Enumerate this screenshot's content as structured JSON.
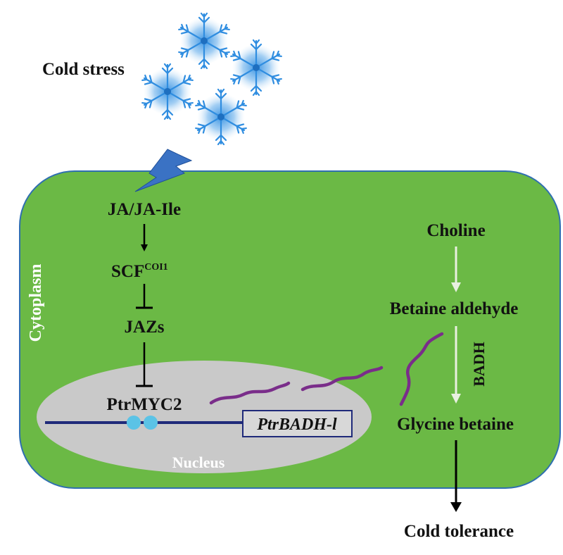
{
  "labels": {
    "cold_stress": "Cold stress",
    "cytoplasm": "Cytoplasm",
    "nucleus": "Nucleus",
    "ja": "JA/JA-Ile",
    "scf": "SCF",
    "scf_sup": "COI1",
    "jazs": "JAZs",
    "myc2": "PtrMYC2",
    "gene": "PtrBADH-l",
    "choline": "Choline",
    "betaine_aldehyde": "Betaine aldehyde",
    "badh": "BADH",
    "glycine_betaine": "Glycine betaine",
    "cold_tolerance": "Cold tolerance"
  },
  "colors": {
    "cell_fill": "#6bb945",
    "cell_border": "#2f6fb0",
    "nucleus_fill": "#c9c9c9",
    "dna": "#1f2a7a",
    "dna_dot": "#5bc3e6",
    "mrna": "#7a2d8a",
    "snowflake": "#2f8de0",
    "lightning": "#3a72c4",
    "arrow_light": "#e8f0e0",
    "arrow_dark": "#000000"
  },
  "icons": {
    "snowflake": "snowflake-icon",
    "lightning": "lightning-bolt-icon"
  }
}
